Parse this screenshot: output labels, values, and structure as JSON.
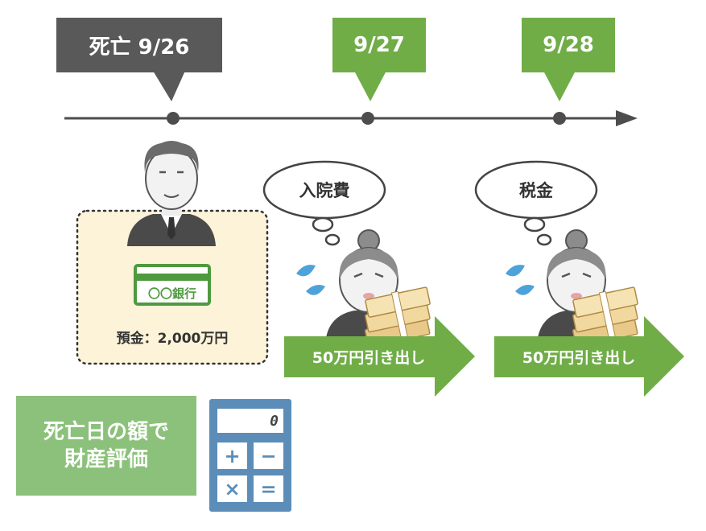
{
  "timeline": {
    "events": [
      {
        "label": "死亡 9/26"
      },
      {
        "label": "9/27"
      },
      {
        "label": "9/28"
      }
    ]
  },
  "bubbles": [
    {
      "text": "入院費"
    },
    {
      "text": "税金"
    }
  ],
  "withdrawals": [
    {
      "label": "50万円引き出し"
    },
    {
      "label": "50万円引き出し"
    }
  ],
  "bank": {
    "card_label": "〇〇銀行",
    "balance_label": "預金：2,000万円"
  },
  "evaluation": {
    "line1": "死亡日の額で",
    "line2": "財産評価"
  },
  "calculator": {
    "display": "0",
    "keys": [
      "+",
      "−",
      "×",
      "="
    ]
  },
  "colors": {
    "dark_gray": "#595959",
    "green": "#70AD47",
    "light_green": "#8BC17A",
    "calc_blue": "#5B8DB8",
    "cream": "#FDF3D8",
    "timeline": "#4D4D4D"
  }
}
